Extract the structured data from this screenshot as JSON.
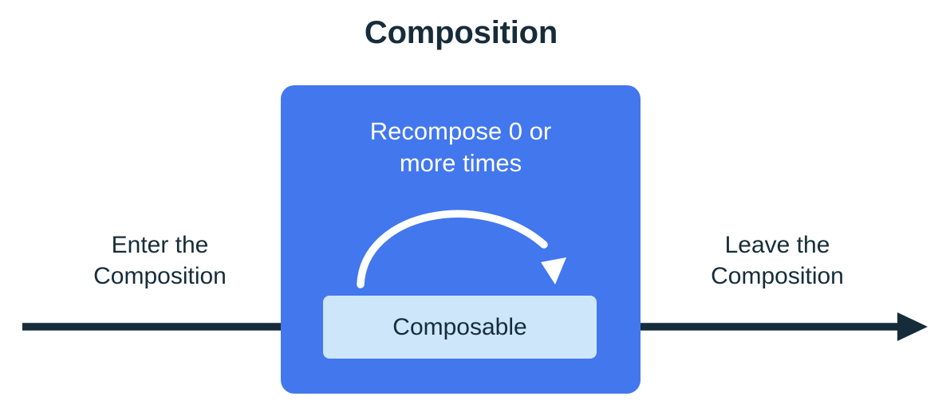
{
  "diagram": {
    "title": "Composition",
    "type": "flow-diagram"
  },
  "composition_box": {
    "recompose_label_line1": "Recompose 0 or",
    "recompose_label_line2": "more times",
    "color": "#4277EE",
    "recompose_arrow_icon": "curved-loop-arrow-icon"
  },
  "composable_box": {
    "label": "Composable",
    "color": "#CDE6FA",
    "text_color": "#162C3A"
  },
  "enter_label": {
    "line1": "Enter the",
    "line2": "Composition"
  },
  "leave_label": {
    "line1": "Leave the",
    "line2": "Composition"
  },
  "arrows": {
    "color": "#162C3A",
    "enter_arrow_icon": "arrow-right-icon",
    "leave_arrow_icon": "arrow-right-icon"
  },
  "palette": {
    "background": "#FFFFFF",
    "brand_blue": "#4277EE",
    "light_blue": "#CDE6FA",
    "dark_navy": "#162C3A",
    "white": "#FFFFFF"
  }
}
